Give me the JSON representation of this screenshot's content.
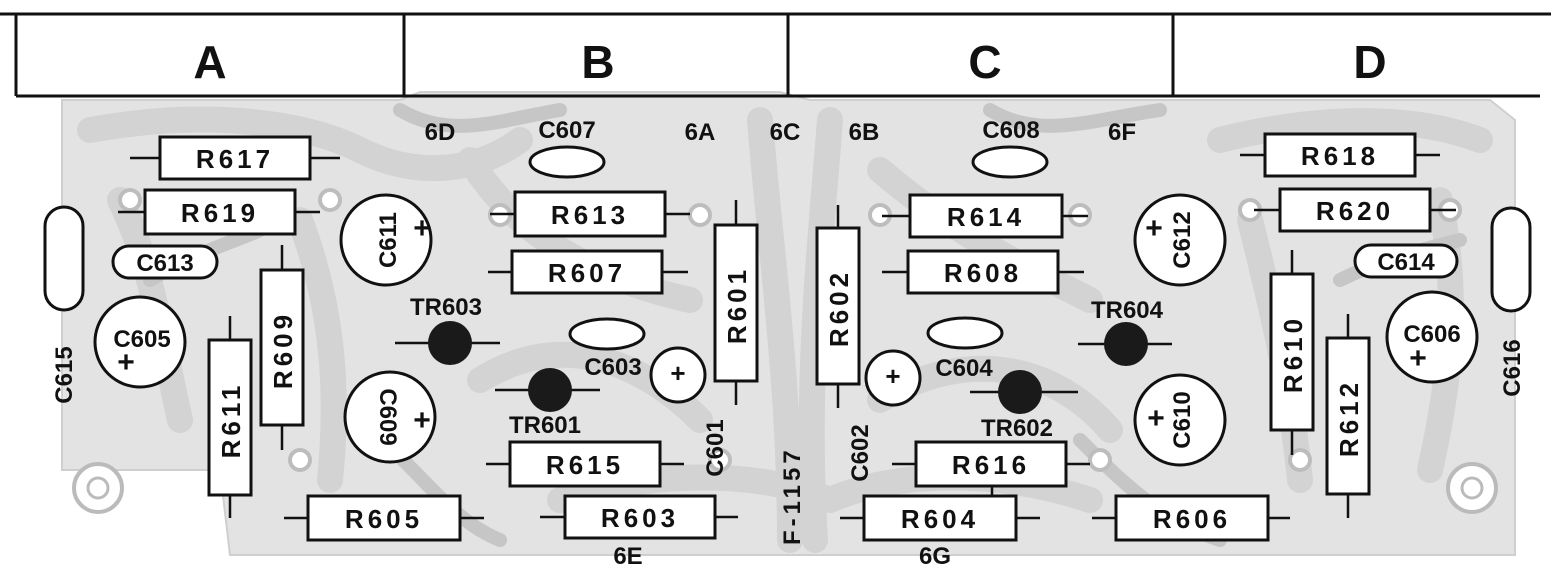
{
  "columns": [
    "A",
    "B",
    "C",
    "D"
  ],
  "nets": {
    "n6d": "6D",
    "n6a": "6A",
    "n6c": "6C",
    "n6b": "6B",
    "n6f": "6F",
    "n6e": "6E",
    "n6g": "6G"
  },
  "board_id": "F-1157",
  "resistors": {
    "r617": "R617",
    "r619": "R619",
    "r609": "R609",
    "r611": "R611",
    "r605": "R605",
    "r613": "R613",
    "r607": "R607",
    "r601": "R601",
    "r615": "R615",
    "r603": "R603",
    "r602": "R602",
    "r614": "R614",
    "r608": "R608",
    "r616": "R616",
    "r604": "R604",
    "r606": "R606",
    "r618": "R618",
    "r620": "R620",
    "r610": "R610",
    "r612": "R612"
  },
  "capacitors": {
    "c613": "C613",
    "c615": "C615",
    "c605": "C605",
    "c611": "C611",
    "c609": "C609",
    "c607": "C607",
    "c603": "C603",
    "c601": "C601",
    "c602": "C602",
    "c604": "C604",
    "c608": "C608",
    "c612": "C612",
    "c610": "C610",
    "c614": "C614",
    "c606": "C606",
    "c616": "C616"
  },
  "transistors": {
    "tr603": "TR603",
    "tr601": "TR601",
    "tr602": "TR602",
    "tr604": "TR604"
  },
  "polarity_mark": "+"
}
